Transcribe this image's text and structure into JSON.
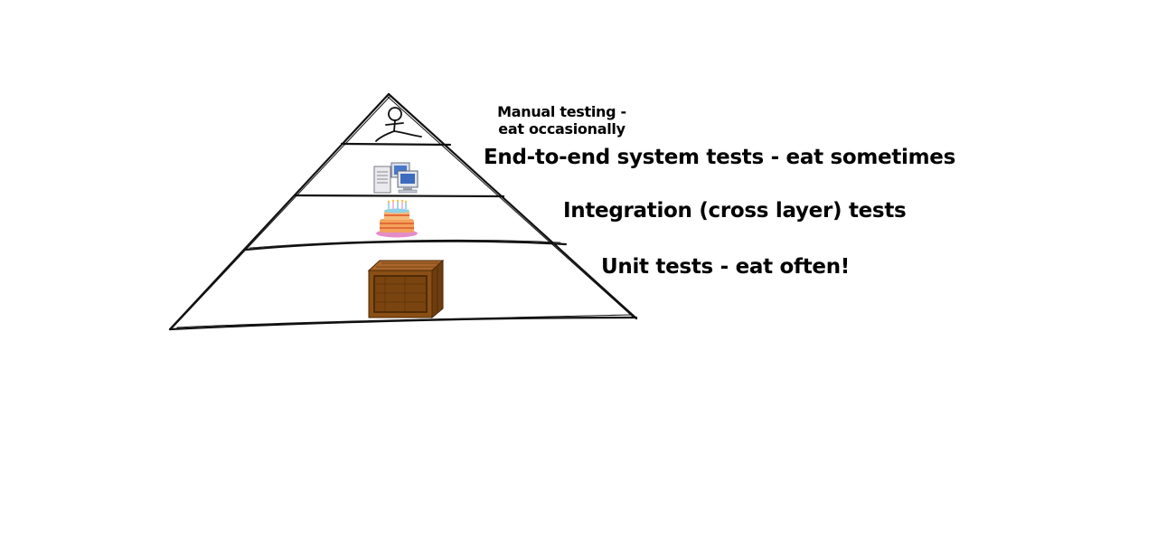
{
  "diagram": {
    "layers": [
      {
        "id": "manual",
        "label": "Manual testing - eat occasionally",
        "icon": "stick-figure-icon"
      },
      {
        "id": "e2e",
        "label": "End-to-end system tests - eat sometimes",
        "icon": "computer-server-icon"
      },
      {
        "id": "integration",
        "label": "Integration (cross layer) tests",
        "icon": "cake-icon"
      },
      {
        "id": "unit",
        "label": "Unit tests - eat often!",
        "icon": "wooden-crate-icon"
      }
    ]
  },
  "colors": {
    "line": "#111111",
    "crate": "#8a4f14",
    "crate_dark": "#5a3208",
    "cake": "#f2a35a",
    "cake_plate": "#e48cc8",
    "computer": "#4a78c8"
  }
}
